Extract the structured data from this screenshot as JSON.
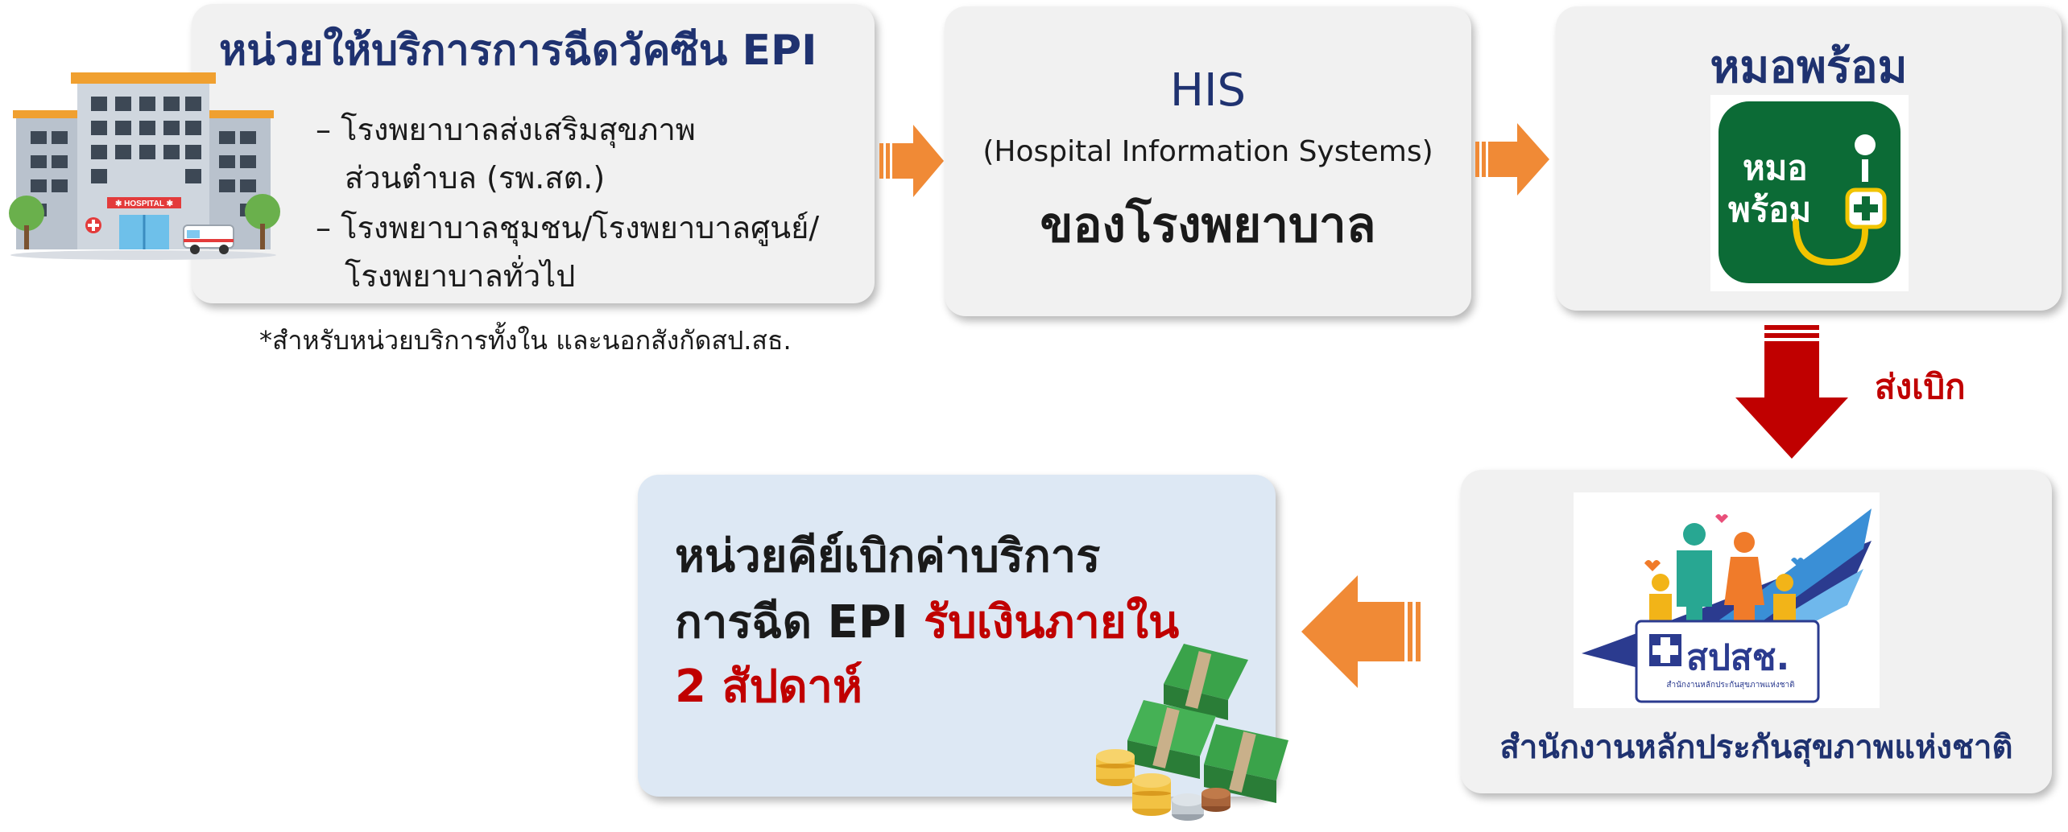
{
  "colors": {
    "navy": "#1f3270",
    "red": "#c00000",
    "orange_arrow": "#f08a36",
    "red_arrow": "#c00000",
    "card_bg": "#f1f1f1",
    "claim_card_bg": "#dde8f4",
    "app_green": "#0c6b36"
  },
  "box1": {
    "title": "หน่วยให้บริการการฉีดวัคซีน EPI",
    "items": [
      "– โรงพยาบาลส่งเสริมสุขภาพ",
      "ส่วนตำบล (รพ.สต.)",
      "– โรงพยาบาลชุมชน/โรงพยาบาลศูนย์/",
      "โรงพยาบาลทั่วไป"
    ],
    "note": "*สำหรับหน่วยบริการทั้งใน และนอกสังกัดสป.สธ.",
    "hospital_sign": "✱ HOSPITAL ✱"
  },
  "box2": {
    "line1": "HIS",
    "line2": "(Hospital Information Systems)",
    "line3": "ของโรงพยาบาล"
  },
  "box3": {
    "title": "หมอพร้อม",
    "logo_line1": "หมอ",
    "logo_line2": "พร้อม"
  },
  "arrow_label": "ส่งเบิก",
  "box4": {
    "logo_text": "สปสช.",
    "logo_subtext": "สำนักงานหลักประกันสุขภาพแห่งชาติ",
    "caption": "สำนักงานหลักประกันสุขภาพแห่งชาติ"
  },
  "box5": {
    "line1": "หน่วยคีย์เบิกค่าบริการ",
    "line2_prefix": "การฉีด EPI ",
    "line2_highlight": "รับเงินภายใน",
    "line3": "2 สัปดาห์"
  }
}
